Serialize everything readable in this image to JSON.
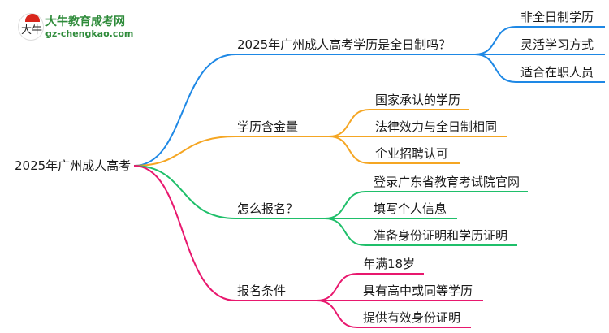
{
  "logo": {
    "title": "大牛教育成考网",
    "url": "gz-chengkao.com",
    "mark_glyph": "大牛"
  },
  "root": {
    "label": "2025年广州成人高考"
  },
  "branches": [
    {
      "label": "2025年广州成人高考学历是全日制吗？",
      "color": "#1e88e5",
      "children": [
        "非全日制学历",
        "灵活学习方式",
        "适合在职人员"
      ]
    },
    {
      "label": "学历含金量",
      "color": "#f5a623",
      "children": [
        "国家承认的学历",
        "法律效力与全日制相同",
        "企业招聘认可"
      ]
    },
    {
      "label": "怎么报名？",
      "color": "#1fbf6a",
      "children": [
        "登录广东省教育考试院官网",
        "填写个人信息",
        "准备身份证明和学历证明"
      ]
    },
    {
      "label": "报名条件",
      "color": "#e8186e",
      "children": [
        "年满18岁",
        "具有高中或同等学历",
        "提供有效身份证明"
      ]
    }
  ]
}
